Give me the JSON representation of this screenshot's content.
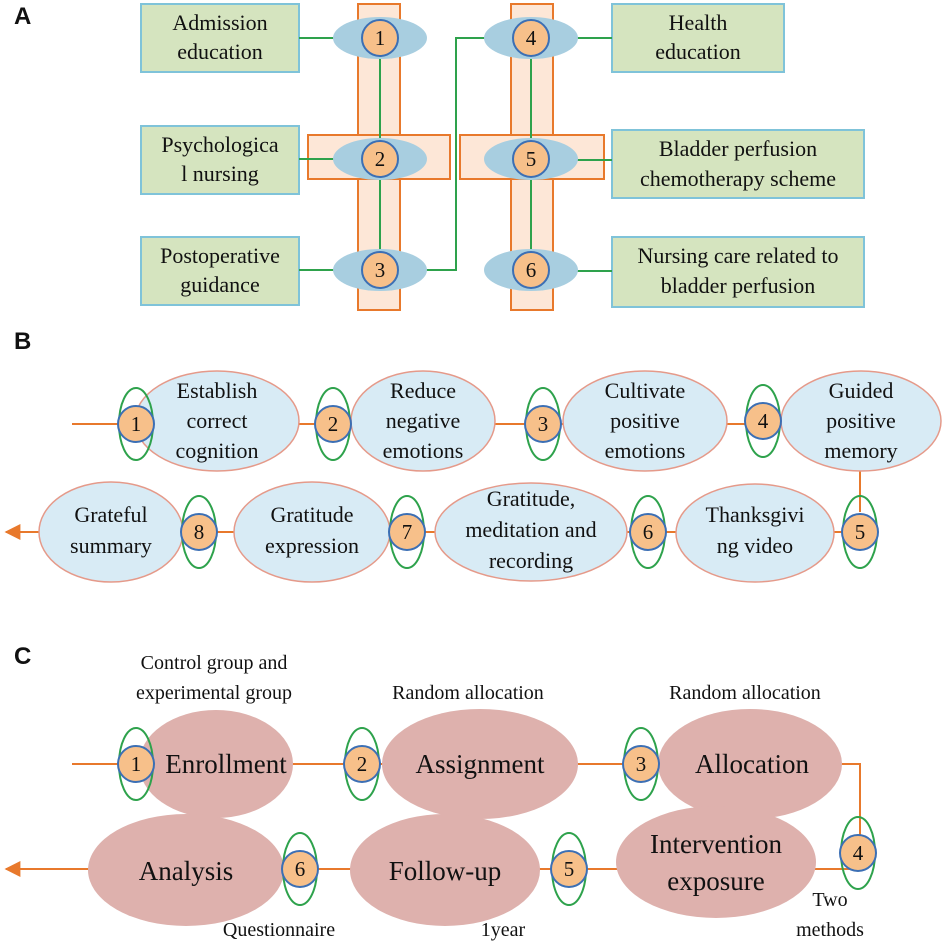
{
  "panels": {
    "a": {
      "letter": "A",
      "numbers": [
        "1",
        "2",
        "3",
        "4",
        "5",
        "6"
      ],
      "left_boxes": [
        [
          "Admission",
          "education"
        ],
        [
          "Psychologica",
          "l nursing"
        ],
        [
          "Postoperative",
          "guidance"
        ]
      ],
      "right_boxes": [
        [
          "Health",
          "education"
        ],
        [
          "Bladder perfusion",
          "chemotherapy scheme"
        ],
        [
          "Nursing care related to",
          "bladder perfusion"
        ]
      ]
    },
    "b": {
      "letter": "B",
      "numbers": [
        "1",
        "2",
        "3",
        "4",
        "5",
        "6",
        "7",
        "8"
      ],
      "bubbles": [
        [
          "Establish",
          "correct",
          "cognition"
        ],
        [
          "Reduce",
          "negative",
          "emotions"
        ],
        [
          "Cultivate",
          "positive",
          "emotions"
        ],
        [
          "Guided",
          "positive",
          "memory"
        ],
        [
          "Thanksgivi",
          "ng video"
        ],
        [
          "Gratitude,",
          "meditation and",
          "recording"
        ],
        [
          "Gratitude",
          "expression"
        ],
        [
          "Grateful",
          "summary"
        ]
      ]
    },
    "c": {
      "letter": "C",
      "numbers": [
        "1",
        "2",
        "3",
        "4",
        "5",
        "6"
      ],
      "stages": [
        [
          "Enrollment"
        ],
        [
          "Assignment"
        ],
        [
          "Allocation"
        ],
        [
          "Intervention",
          "exposure"
        ],
        [
          "Follow-up"
        ],
        [
          "Analysis"
        ]
      ],
      "notes": {
        "enrollment": [
          "Control group and",
          "experimental group"
        ],
        "assignment": [
          "Random allocation"
        ],
        "allocation": [
          "Random allocation"
        ],
        "intervention": [
          "Two",
          "methods"
        ],
        "follow_up": [
          "1year"
        ],
        "analysis": [
          "Questionnaire"
        ]
      }
    }
  },
  "colors": {
    "green_box_fill": "#d5e4bf",
    "green_box_stroke": "#7fc3d9",
    "peach_fill": "#fde7d7",
    "orange": "#e8792c",
    "blue_ellipse": "#a8cee0",
    "circle_fill": "#f7c08a",
    "circle_stroke": "#3c6fb4",
    "green_line": "#2ea24c",
    "bubble_fill": "#d8ebf5",
    "bubble_stroke": "#e59a8a",
    "pink_fill": "#deb1ad"
  }
}
